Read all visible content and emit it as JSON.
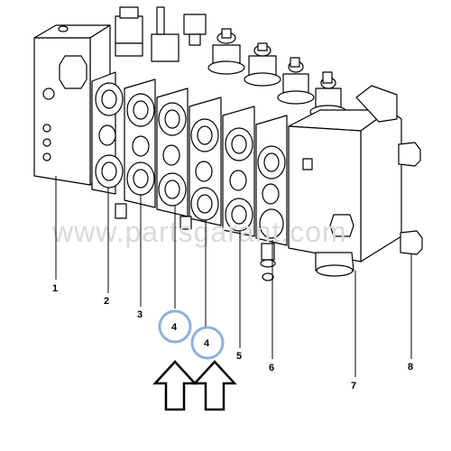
{
  "diagram": {
    "watermark": "www.partsgarant.com",
    "callouts": [
      {
        "id": "1",
        "label": "1"
      },
      {
        "id": "2",
        "label": "2"
      },
      {
        "id": "3",
        "label": "3"
      },
      {
        "id": "4a",
        "label": "4",
        "highlighted": true
      },
      {
        "id": "4b",
        "label": "4",
        "highlighted": true
      },
      {
        "id": "5",
        "label": "5"
      },
      {
        "id": "6",
        "label": "6"
      },
      {
        "id": "7",
        "label": "7"
      },
      {
        "id": "8",
        "label": "8"
      }
    ],
    "colors": {
      "highlight_ring": "#8fb0d8",
      "line": "#000000",
      "watermark": "#d9d9d9"
    },
    "icons": [
      "up-arrow-icon",
      "up-arrow-icon"
    ]
  }
}
